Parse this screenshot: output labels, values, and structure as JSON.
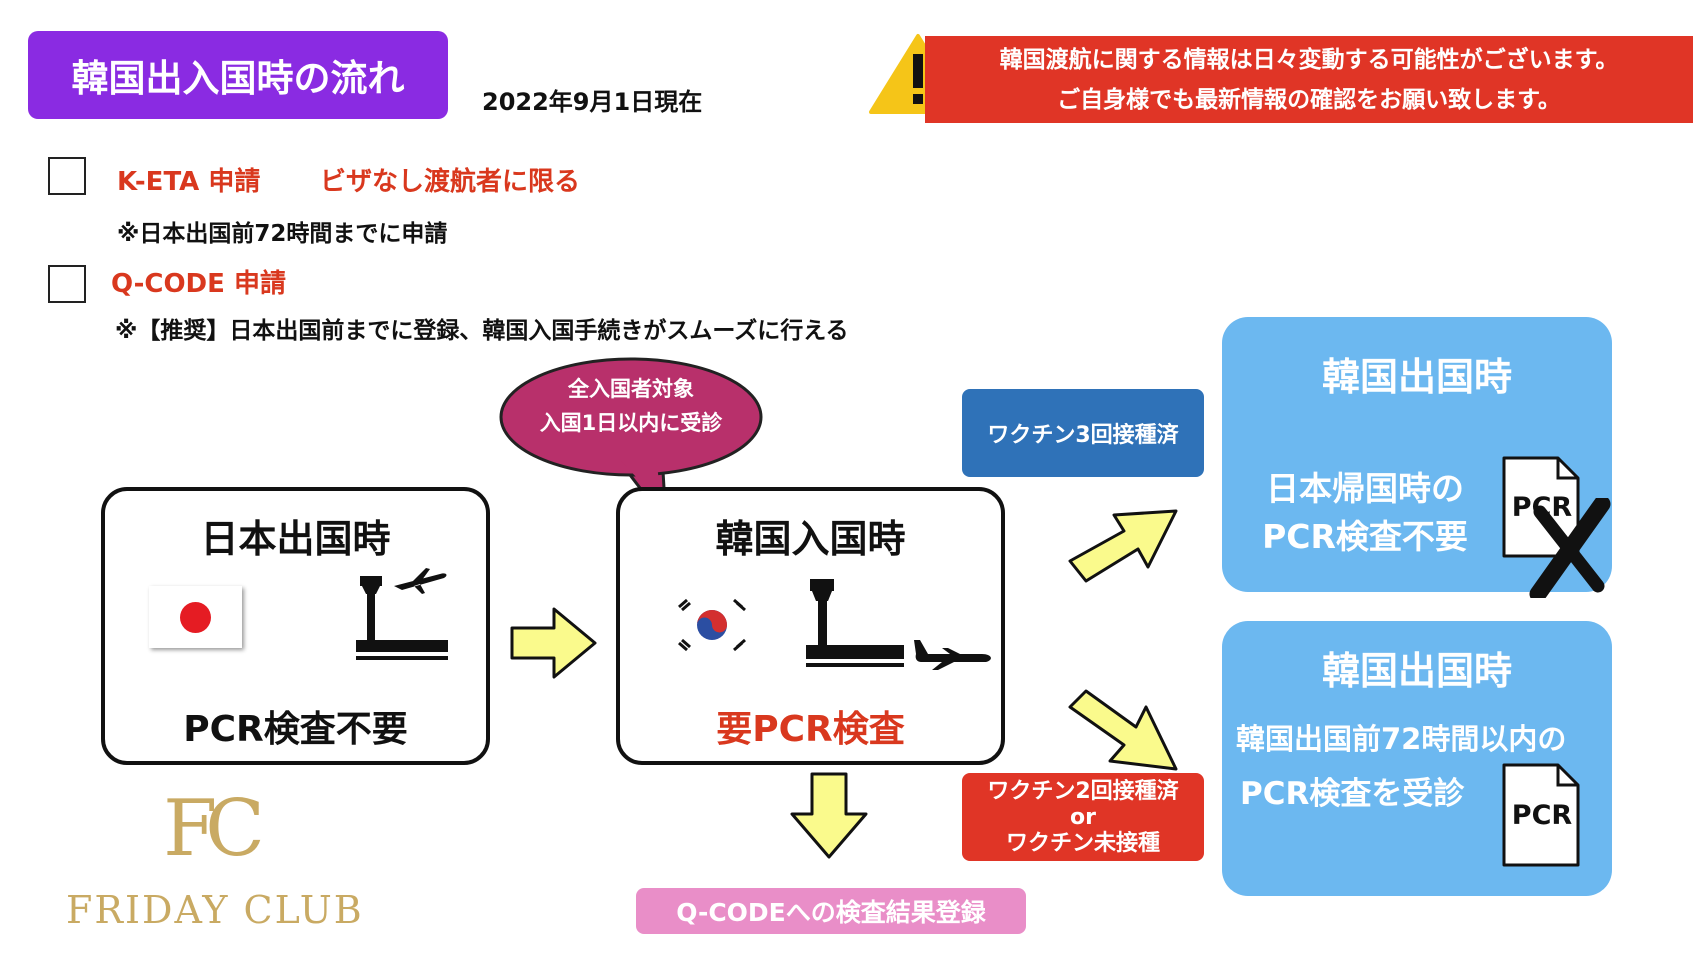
{
  "header": {
    "title": "韓国出入国時の流れ",
    "date": "2022年9月1日現在",
    "warning_line1": "韓国渡航に関する情報は日々変動する可能性がございます。",
    "warning_line2": "ご自身様でも最新情報の確認をお願い致します。"
  },
  "checklist": [
    {
      "label": "K-ETA 申請",
      "note_right": "ビザなし渡航者に限る",
      "note": "※日本出国前72時間までに申請"
    },
    {
      "label": "Q-CODE 申請",
      "note": "※【推奨】日本出国前までに登録、韓国入国手続きがスムーズに行える"
    }
  ],
  "bubble": {
    "line1": "全入国者対象",
    "line2": "入国1日以内に受診"
  },
  "japan_departure": {
    "title": "日本出国時",
    "pcr": "PCR検査不要"
  },
  "korea_entry": {
    "title": "韓国入国時",
    "pcr": "要PCR検査"
  },
  "qcode_result": "Q-CODEへの検査結果登録",
  "vaccine_3": "ワクチン3回接種済",
  "vaccine_2": {
    "line1": "ワクチン2回接種済",
    "line2": "or",
    "line3": "ワクチン未接種"
  },
  "korea_departure_top": {
    "title": "韓国出国時",
    "line1": "日本帰国時の",
    "line2": "PCR検査不要",
    "doc": "PCR"
  },
  "korea_departure_bottom": {
    "title": "韓国出国時",
    "line1": "韓国出国前72時間以内の",
    "line2": "PCR検査を受診",
    "doc": "PCR"
  },
  "logo": {
    "monogram": "FC",
    "name": "FRIDAY CLUB"
  },
  "icons": [
    "warning-icon",
    "japan-flag-icon",
    "korea-flag-icon",
    "control-tower-icon",
    "airplane-icon",
    "document-icon",
    "cross-icon",
    "arrow-right-icon",
    "arrow-down-icon"
  ],
  "colors": {
    "purple": "#8a2be2",
    "red": "#e03526",
    "blue_tag": "#2f72b8",
    "light_blue": "#6cb8f0",
    "pink": "#e98ec8",
    "bubble": "#b8306b",
    "arrow_yellow": "#fafa8c"
  }
}
